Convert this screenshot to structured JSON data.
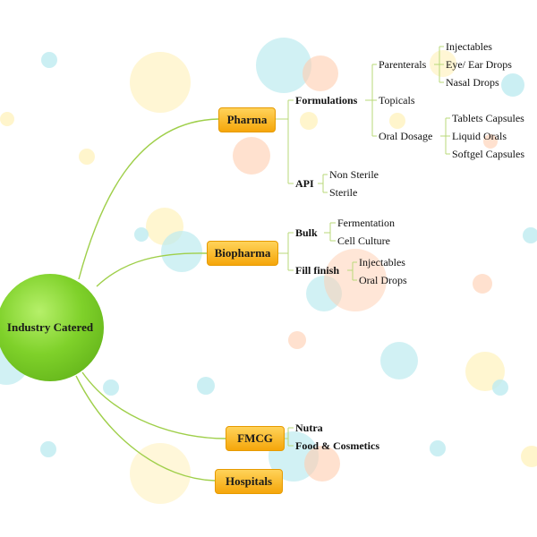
{
  "root": {
    "label": "Industry Catered"
  },
  "categories": [
    {
      "label": "Pharma"
    },
    {
      "label": "Biopharma"
    },
    {
      "label": "FMCG"
    },
    {
      "label": "Hospitals"
    }
  ],
  "pharma": {
    "formulations": {
      "label": "Formulations",
      "parenterals": {
        "label": "Parenterals",
        "items": [
          "Injectables",
          "Eye/ Ear Drops",
          "Nasal Drops"
        ]
      },
      "topicals": {
        "label": "Topicals"
      },
      "oral_dosage": {
        "label": "Oral Dosage",
        "items": [
          "Tablets Capsules",
          "Liquid Orals",
          "Softgel Capsules"
        ]
      }
    },
    "api": {
      "label": "API",
      "items": [
        "Non Sterile",
        "Sterile"
      ]
    }
  },
  "biopharma": {
    "bulk": {
      "label": "Bulk",
      "items": [
        "Fermentation",
        "Cell Culture"
      ]
    },
    "fill_finish": {
      "label": "Fill finish",
      "items": [
        "Injectables",
        "Oral Drops"
      ]
    }
  },
  "fmcg": {
    "items": [
      "Nutra",
      "Food & Cosmetics"
    ]
  },
  "colors": {
    "root_green": "#7fd12a",
    "category_orange": "#f5a60a",
    "connector_green": "#9fcf4a"
  }
}
